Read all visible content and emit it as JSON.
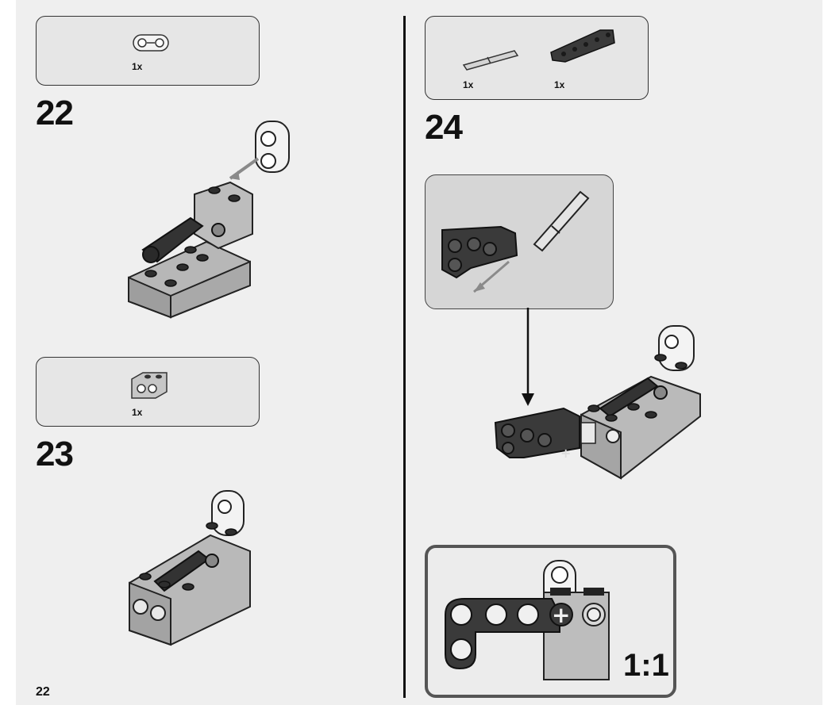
{
  "page_number": "22",
  "steps": [
    {
      "number": "22",
      "parts": [
        {
          "name": "white-beam-2",
          "qty": "1x"
        }
      ]
    },
    {
      "number": "23",
      "parts": [
        {
          "name": "gray-brick-2-holes",
          "qty": "1x"
        }
      ]
    },
    {
      "number": "24",
      "parts": [
        {
          "name": "gray-axle-pin",
          "qty": "1x"
        },
        {
          "name": "dark-l-beam",
          "qty": "1x"
        }
      ]
    }
  ],
  "scale_indicator": "1:1",
  "colors": {
    "background": "#efefef",
    "parts_box": "#e6e6e6",
    "brick_gray": "#b5b5b5",
    "dark_gray": "#3a3a3a",
    "white_part": "#f2f2f2",
    "arrow": "#8a8a8a"
  }
}
